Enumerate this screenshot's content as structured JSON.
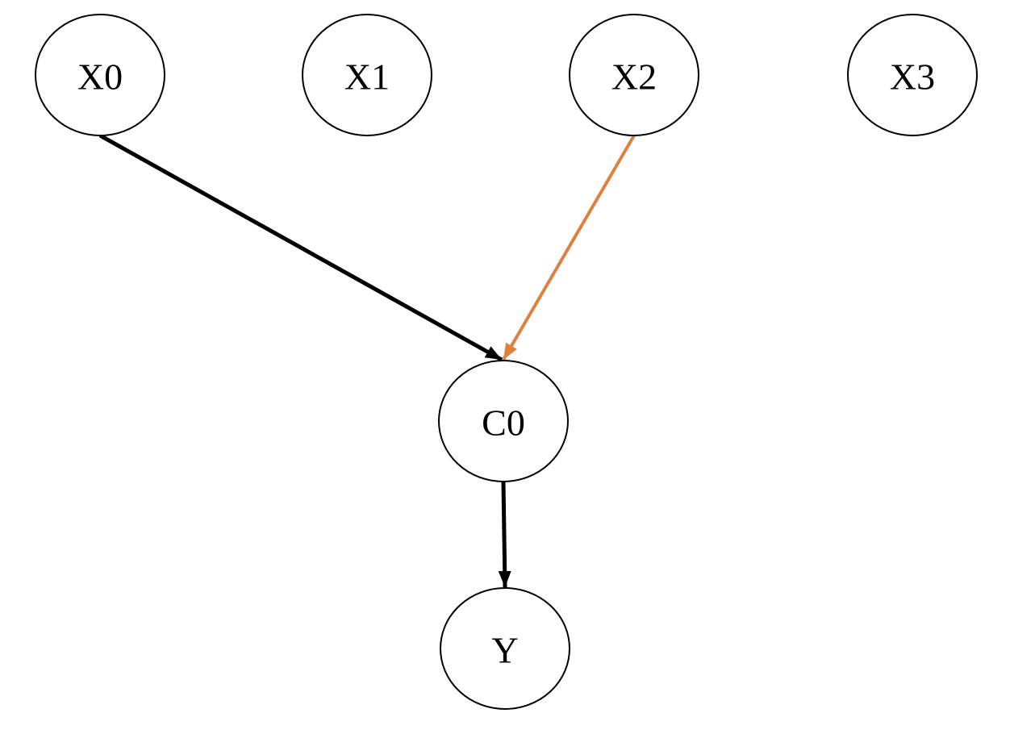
{
  "diagram": {
    "type": "directed-graph",
    "nodes": [
      {
        "id": "X0",
        "label": "X0"
      },
      {
        "id": "X1",
        "label": "X1"
      },
      {
        "id": "X2",
        "label": "X2"
      },
      {
        "id": "X3",
        "label": "X3"
      },
      {
        "id": "C0",
        "label": "C0"
      },
      {
        "id": "Y",
        "label": "Y"
      }
    ],
    "edges": [
      {
        "from": "X0",
        "to": "C0",
        "color": "#000000"
      },
      {
        "from": "X2",
        "to": "C0",
        "color": "#e0803e"
      },
      {
        "from": "C0",
        "to": "Y",
        "color": "#000000"
      }
    ]
  }
}
